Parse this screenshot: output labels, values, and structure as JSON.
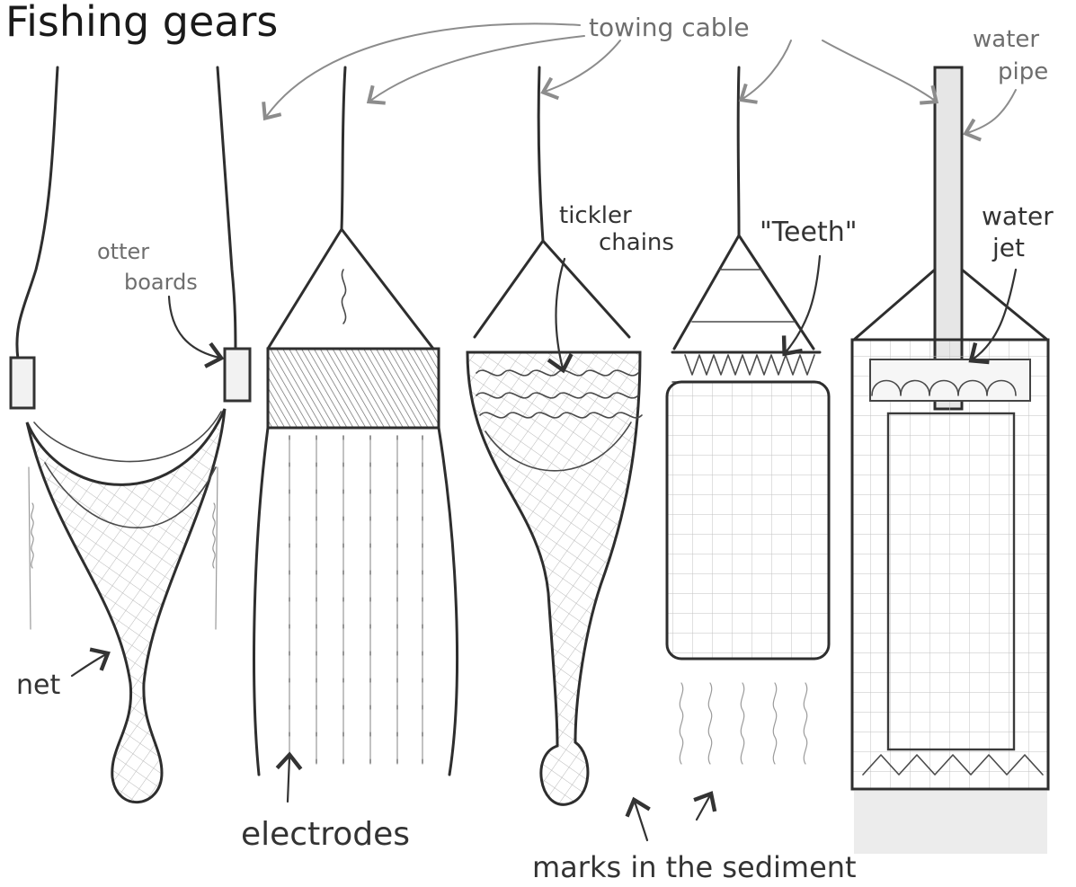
{
  "title": "Fishing gears",
  "labels": {
    "towing_cable": "towing cable",
    "water_pipe_line1": "water",
    "water_pipe_line2": "pipe",
    "otter_boards_line1": "otter",
    "otter_boards_line2": "boards",
    "tickler_chains_line1": "tickler",
    "tickler_chains_line2": "chains",
    "teeth": "\"Teeth\"",
    "water_jet_line1": "water",
    "water_jet_line2": "jet",
    "net": "net",
    "electrodes": "electrodes",
    "marks_in_sediment": "marks in the sediment"
  }
}
